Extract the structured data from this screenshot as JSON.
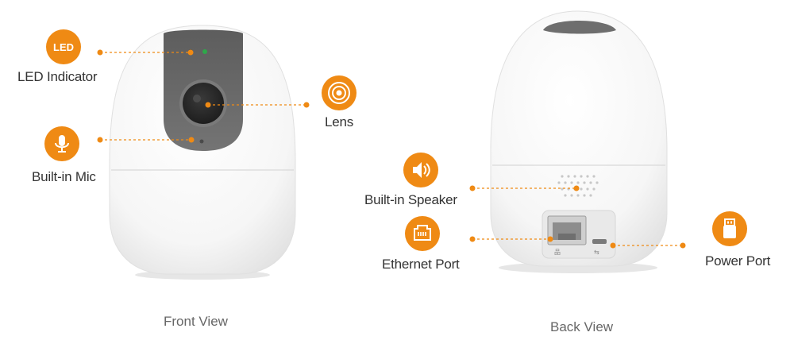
{
  "callouts": {
    "led": {
      "label": "LED Indicator",
      "badge_text": "LED",
      "icon": "led-icon"
    },
    "mic": {
      "label": "Built-in Mic",
      "icon": "microphone-icon"
    },
    "lens": {
      "label": "Lens",
      "icon": "lens-icon"
    },
    "speaker": {
      "label": "Built-in Speaker",
      "icon": "speaker-icon"
    },
    "ethernet": {
      "label": "Ethernet Port",
      "icon": "ethernet-icon"
    },
    "power": {
      "label": "Power Port",
      "icon": "usb-icon"
    }
  },
  "views": {
    "front": "Front View",
    "back": "Back View"
  },
  "colors": {
    "accent": "#ef8a14",
    "body": "#ffffff",
    "face": "#6b6b6b"
  }
}
